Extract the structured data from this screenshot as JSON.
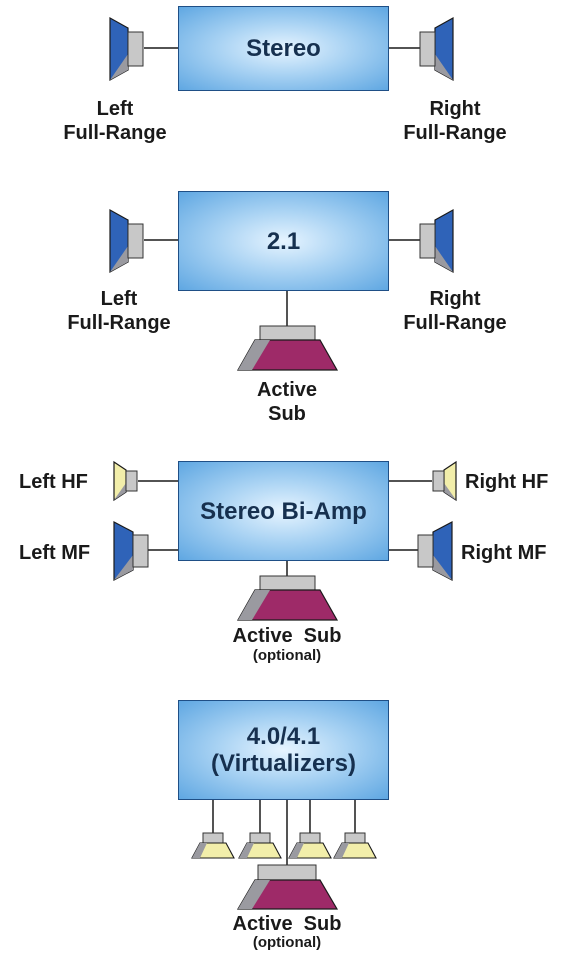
{
  "colors": {
    "box_border": "#1f4f86",
    "box_center": "#e6f4ff",
    "box_edge": "#5fa7e2",
    "full_range_speaker": "#2f63b8",
    "hf_speaker": "#f2eeaa",
    "sub_speaker": "#9e2a68",
    "driver_gray": "#c8c8c8"
  },
  "configs": [
    {
      "name": "Stereo",
      "left_label": "Left\nFull-Range",
      "right_label": "Right\nFull-Range"
    },
    {
      "name": "2.1",
      "left_label": "Left\nFull-Range",
      "right_label": "Right\nFull-Range",
      "sub_label": "Active\nSub"
    },
    {
      "name": "Stereo Bi-Amp",
      "left_hf_label": "Left HF",
      "right_hf_label": "Right HF",
      "left_mf_label": "Left MF",
      "right_mf_label": "Right MF",
      "sub_label": "Active  Sub",
      "sub_note": "(optional)"
    },
    {
      "name": "4.0/4.1\n(Virtualizers)",
      "sub_label": "Active  Sub",
      "sub_note": "(optional)"
    }
  ]
}
